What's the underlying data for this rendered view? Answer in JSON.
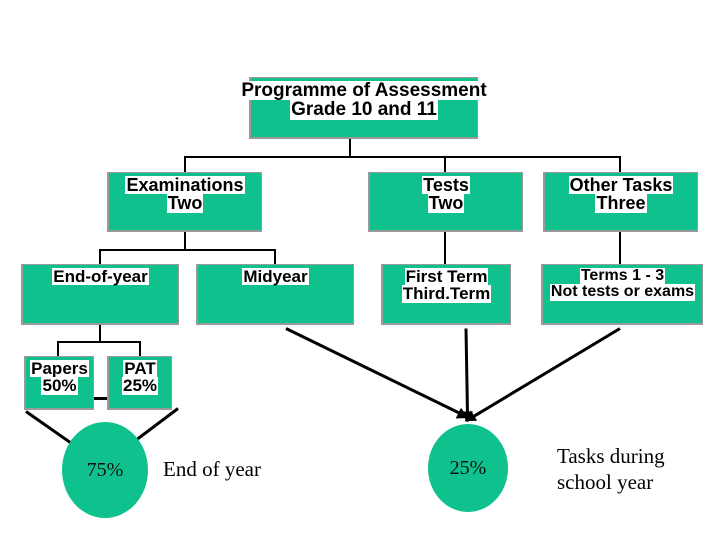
{
  "diagram": {
    "title": "Programme of Assessment Grade 10 and 11",
    "accent_color": "#0FC28D",
    "border_color": "#9a9a9a",
    "connector_color": "#000000",
    "nodes": {
      "root": {
        "line1": "Programme of Assessment",
        "line2": "Grade 10 and 11"
      },
      "examinations": {
        "line1": "Examinations",
        "line2": "Two"
      },
      "tests": {
        "line1": "Tests",
        "line2": "Two"
      },
      "other_tasks": {
        "line1": "Other Tasks",
        "line2": "Three"
      },
      "end_of_year": {
        "line1": "End-of-year",
        "line2": ""
      },
      "midyear": {
        "line1": "Midyear",
        "line2": ""
      },
      "first_term": {
        "line1": "First Term",
        "line2": "Third.Term"
      },
      "terms_1_3": {
        "line1": "Terms 1 - 3",
        "line2": "Not tests or exams"
      },
      "papers": {
        "line1": "Papers",
        "line2": "50%"
      },
      "pat": {
        "line1": "PAT",
        "line2": "25%"
      }
    },
    "circles": {
      "end_of_year_weight": {
        "value": "75%"
      },
      "school_year_weight": {
        "value": "25%"
      }
    },
    "captions": {
      "end_of_year": {
        "line1": "End of year",
        "line2": ""
      },
      "school_year": {
        "line1": "Tasks during",
        "line2": "school year"
      }
    }
  }
}
